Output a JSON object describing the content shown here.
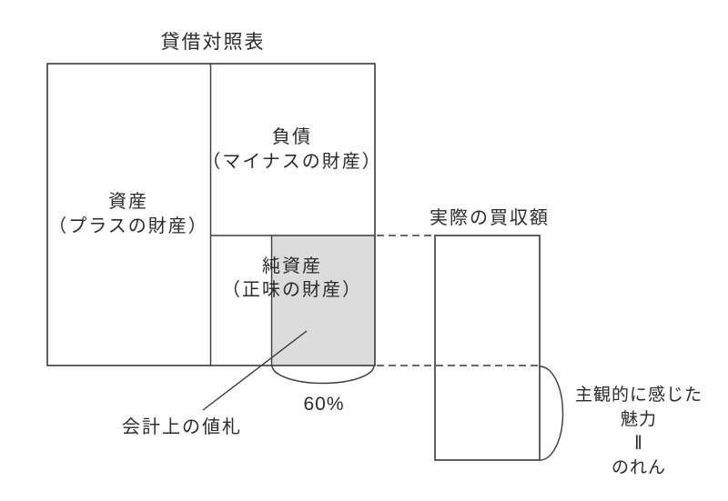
{
  "diagram": {
    "title": "貸借対照表",
    "balance_sheet": {
      "assets_line1": "資産",
      "assets_line2": "（プラスの財産）",
      "liabilities_line1": "負債",
      "liabilities_line2": "（マイナスの財産）",
      "net_assets_line1": "純資産",
      "net_assets_line2": "（正味の財産）"
    },
    "net_assets_share_label": "60%",
    "book_price_label": "会計上の値札",
    "acquisition": {
      "title": "実際の買収額",
      "goodwill_line1": "主観的に感じた",
      "goodwill_line2": "魅力",
      "goodwill_equals": "‖",
      "goodwill_line3": "のれん"
    },
    "colors": {
      "stroke": "#3a3a3a",
      "gray_fill": "#dcdcdc",
      "background": "#ffffff",
      "text": "#2b2b2b"
    }
  }
}
